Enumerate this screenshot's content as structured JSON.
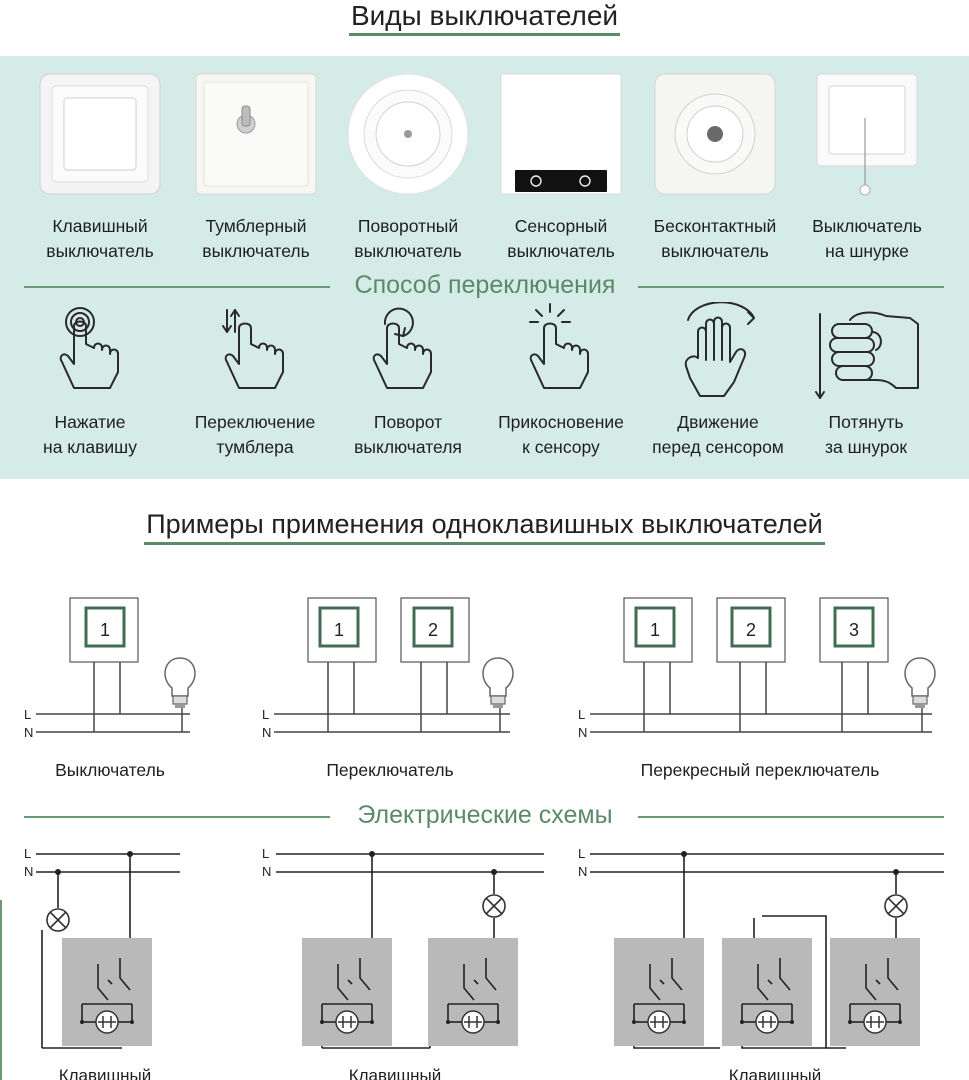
{
  "page_title": "Виды выключателей",
  "switch_types": [
    {
      "label": "Клавишный\nвыключатель",
      "icon": "rocker-switch-icon"
    },
    {
      "label": "Тумблерный\nвыключатель",
      "icon": "toggle-switch-icon"
    },
    {
      "label": "Поворотный\nвыключатель",
      "icon": "rotary-switch-icon"
    },
    {
      "label": "Сенсорный\nвыключатель",
      "icon": "touch-switch-icon"
    },
    {
      "label": "Бесконтактный\nвыключатель",
      "icon": "proximity-switch-icon"
    },
    {
      "label": "Выключатель\nна шнурке",
      "icon": "pull-cord-switch-icon"
    }
  ],
  "switching_method_title": "Способ переключения",
  "switching_methods": [
    {
      "label": "Нажатие\nна клавишу",
      "icon": "press-gesture-icon"
    },
    {
      "label": "Переключение\nтумблера",
      "icon": "toggle-gesture-icon"
    },
    {
      "label": "Поворот\nвыключателя",
      "icon": "rotate-gesture-icon"
    },
    {
      "label": "Прикосновение\nк сенсору",
      "icon": "touch-gesture-icon"
    },
    {
      "label": "Движение\nперед сенсором",
      "icon": "wave-gesture-icon"
    },
    {
      "label": "Потянуть\nза шнурок",
      "icon": "pull-gesture-icon"
    }
  ],
  "examples_title": "Примеры применения одноклавишных выключателей",
  "examples": [
    {
      "caption": "Выключатель",
      "switch_numbers": [
        "1"
      ]
    },
    {
      "caption": "Переключатель",
      "switch_numbers": [
        "1",
        "2"
      ]
    },
    {
      "caption": "Перекресный переключатель",
      "switch_numbers": [
        "1",
        "2",
        "3"
      ]
    }
  ],
  "line_labels": {
    "l": "L",
    "n": "N"
  },
  "electrical_schemes_title": "Электрические схемы",
  "scheme_captions": [
    "Клавишный",
    "Клавишный",
    "Клавишный"
  ],
  "colors": {
    "accent_green": "#5c8a68",
    "panel_bg": "#d5ebe8",
    "switch_frame_green": "#3f6e52",
    "scheme_box": "#b9b9b9"
  }
}
